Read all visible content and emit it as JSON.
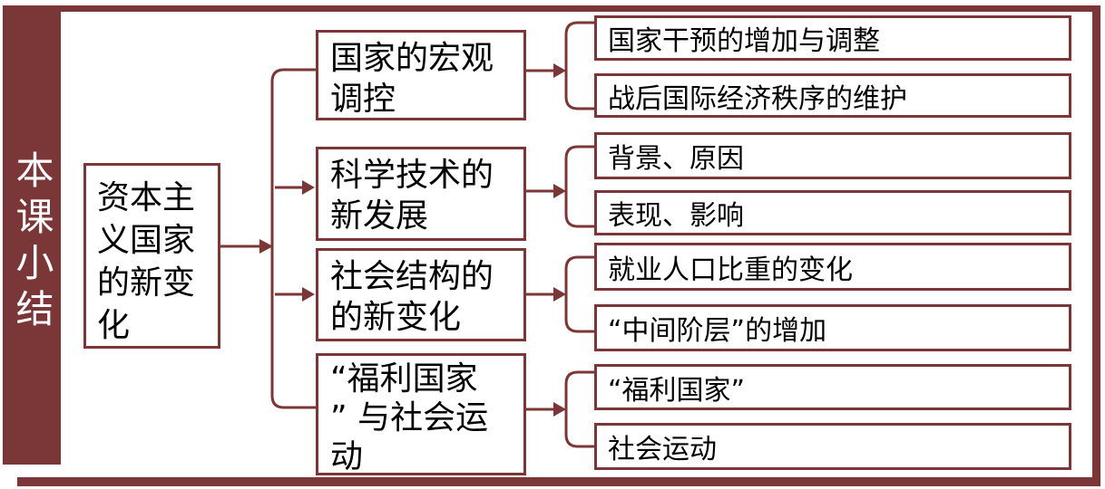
{
  "colors": {
    "accent": "#7B3737",
    "text": "#000000",
    "title_text": "#FFFFFF",
    "background": "#FFFFFF"
  },
  "sidebar": {
    "title": "本课小结"
  },
  "diagram": {
    "root": {
      "label": "资本主\n义国家\n的新变\n化"
    },
    "branches": [
      {
        "label": "国家的宏观\n调控",
        "children": [
          "国家干预的增加与调整",
          "战后国际经济秩序的维护"
        ]
      },
      {
        "label": "科学技术的\n新发展",
        "children": [
          "背景、原因",
          "表现、影响"
        ]
      },
      {
        "label": "社会结构的\n的新变化",
        "children": [
          "就业人口比重的变化",
          "“中间阶层”的增加"
        ]
      },
      {
        "label": "“福利国家\n” 与社会运\n动",
        "children": [
          "“福利国家”",
          "社会运动"
        ]
      }
    ]
  }
}
